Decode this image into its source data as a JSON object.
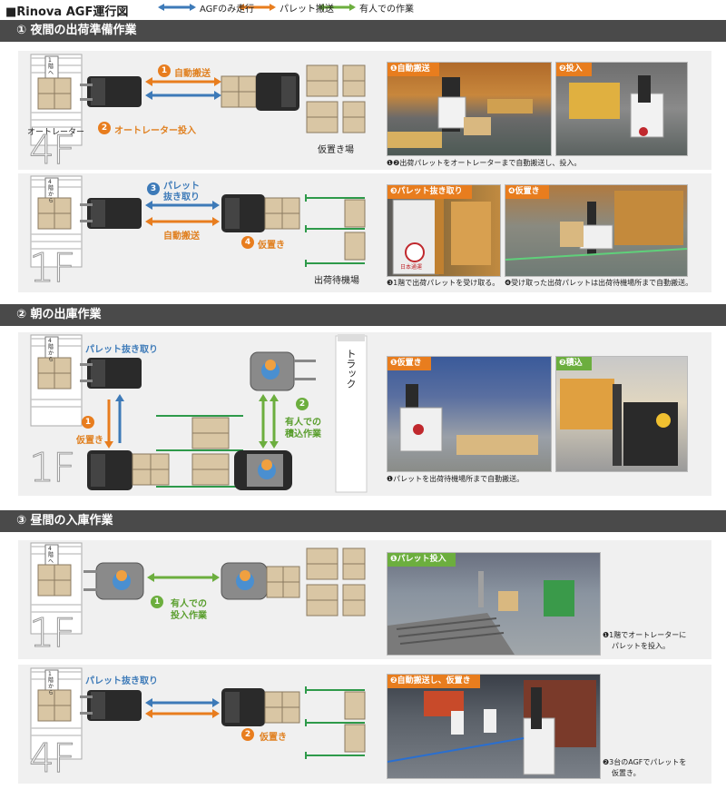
{
  "header": {
    "title": "■Rinova AGF運行図",
    "legend": [
      {
        "label": "AGFのみ走行",
        "color": "#3d7ab8"
      },
      {
        "label": "パレット搬送",
        "color": "#e87d1e"
      },
      {
        "label": "有人での作業",
        "color": "#6cae3e"
      }
    ]
  },
  "sections": [
    {
      "title": "① 夜間の出荷準備作業"
    },
    {
      "title": "② 朝の出庫作業"
    },
    {
      "title": "③ 昼間の入庫作業"
    }
  ],
  "s1": {
    "p1": {
      "floor": "4F",
      "lift_label": "1階へ",
      "lift_name": "オートレーター",
      "step1_num": "1",
      "step1": "自動搬送",
      "step2_num": "2",
      "step2": "オートレーター投入",
      "storage": "仮置き場",
      "photo1_tag": "❶自動搬送",
      "photo2_tag": "❷投入",
      "caption": "❶❷出荷パレットをオートレーターまで自動搬送し、投入。"
    },
    "p2": {
      "floor": "1F",
      "lift_label": "4階から",
      "step3_num": "3",
      "step3a": "パレット",
      "step3b": "抜き取り",
      "move": "自動搬送",
      "step4_num": "4",
      "step4": "仮置き",
      "staging": "出荷待機場",
      "photo1_tag": "❸パレット抜き取り",
      "photo2_tag": "❹仮置き",
      "caption1": "❸1階で出荷パレットを受け取る。",
      "caption2": "❹受け取った出荷パレットは出荷待機場所まで自動搬送。",
      "truck_logo": "日本通運"
    }
  },
  "s2": {
    "floor": "1F",
    "lift_label": "4階から",
    "pick": "パレット抜き取り",
    "step1_num": "1",
    "step1": "仮置き",
    "step2_num": "2",
    "step2a": "有人での",
    "step2b": "積込作業",
    "truck": "トラック",
    "photo1_tag": "❶仮置き",
    "photo2_tag": "❷積込",
    "caption": "❶パレットを出荷待機場所まで自動搬送。"
  },
  "s3": {
    "p1": {
      "floor": "1F",
      "lift_label": "4階へ",
      "step1_num": "1",
      "step1a": "有人での",
      "step1b": "投入作業",
      "photo_tag": "❶パレット投入",
      "caption1": "❶1階でオートレーターに",
      "caption2": "パレットを投入。"
    },
    "p2": {
      "floor": "4F",
      "lift_label": "1階から",
      "pick": "パレット抜き取り",
      "step2_num": "2",
      "step2": "仮置き",
      "photo_tag": "❷自動搬送し、仮置き",
      "caption1": "❷3台のAGFでパレットを",
      "caption2": "仮置き。"
    }
  }
}
